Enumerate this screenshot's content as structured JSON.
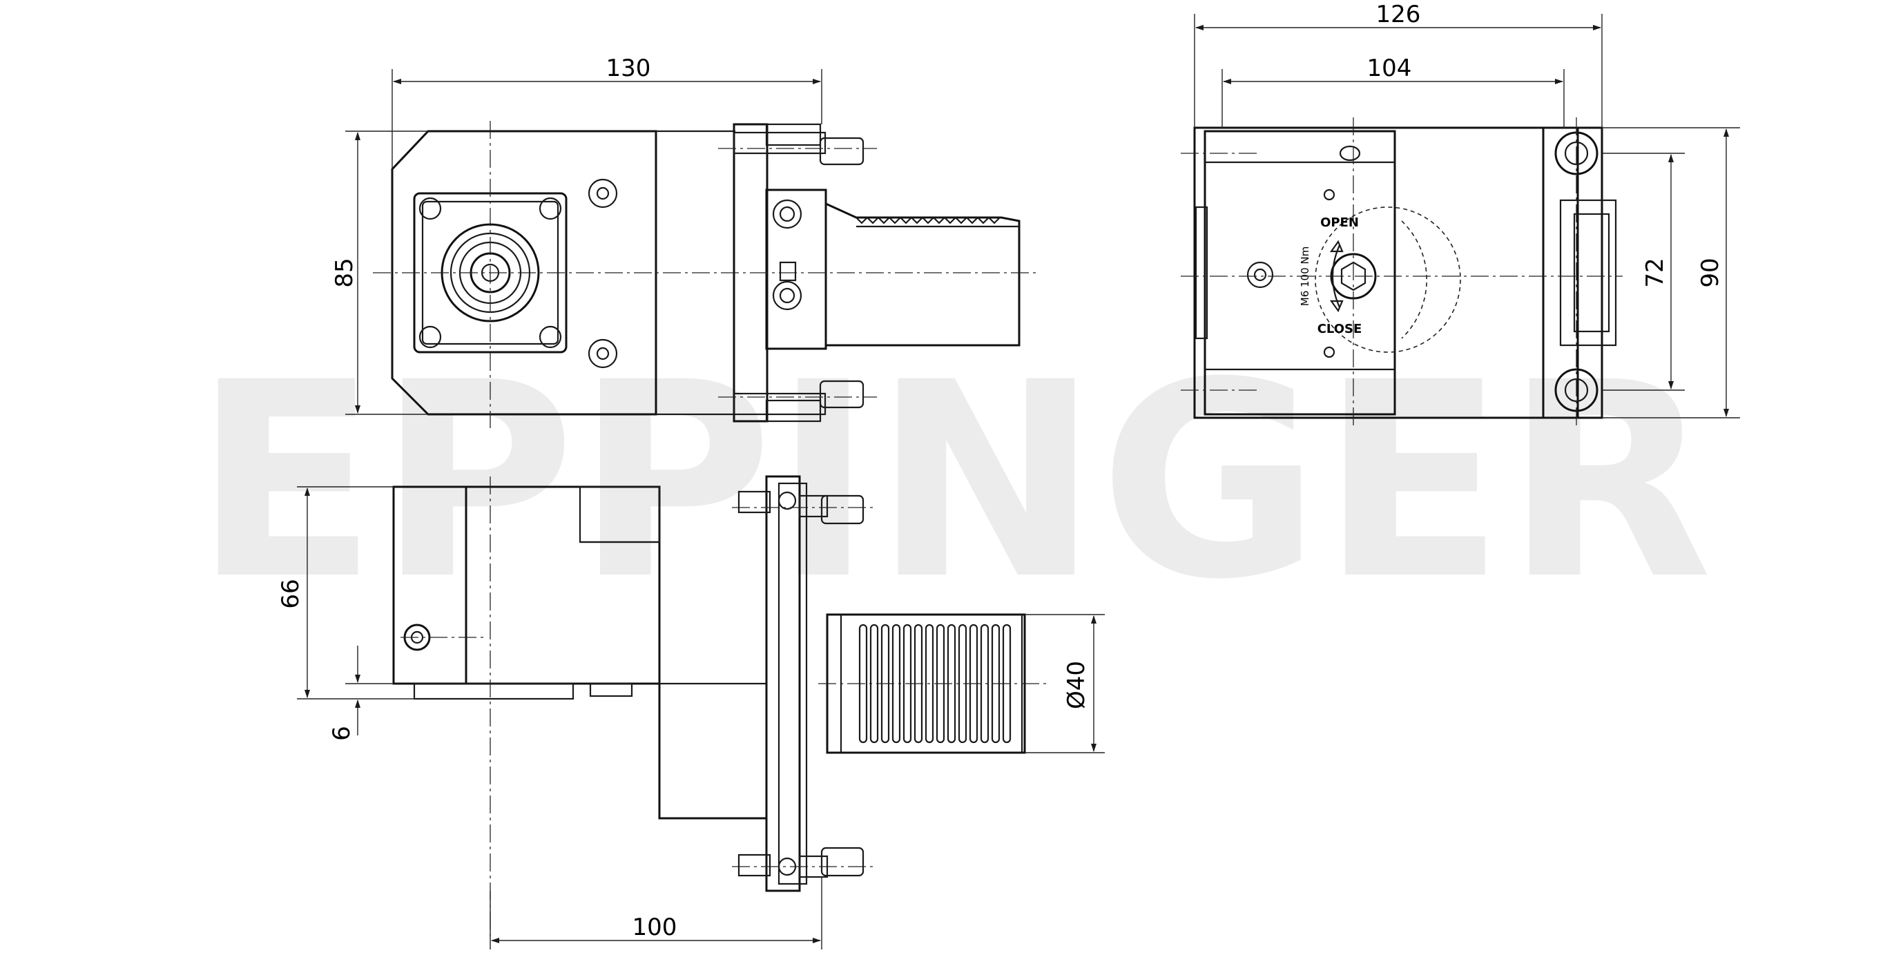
{
  "watermark": {
    "text": "EPPINGER",
    "color": "#ececec"
  },
  "line_color": "#1a1a1a",
  "background": "#ffffff",
  "dimensions": {
    "top_width": "130",
    "top_height": "85",
    "right_width_outer": "126",
    "right_width_inner": "104",
    "right_height_inner": "72",
    "right_height_outer": "90",
    "side_height": "66",
    "side_base": "6",
    "side_diameter": "Ø40",
    "side_length": "100"
  },
  "labels": {
    "open": "OPEN",
    "close": "CLOSE",
    "torque": "M6 100 Nm"
  }
}
